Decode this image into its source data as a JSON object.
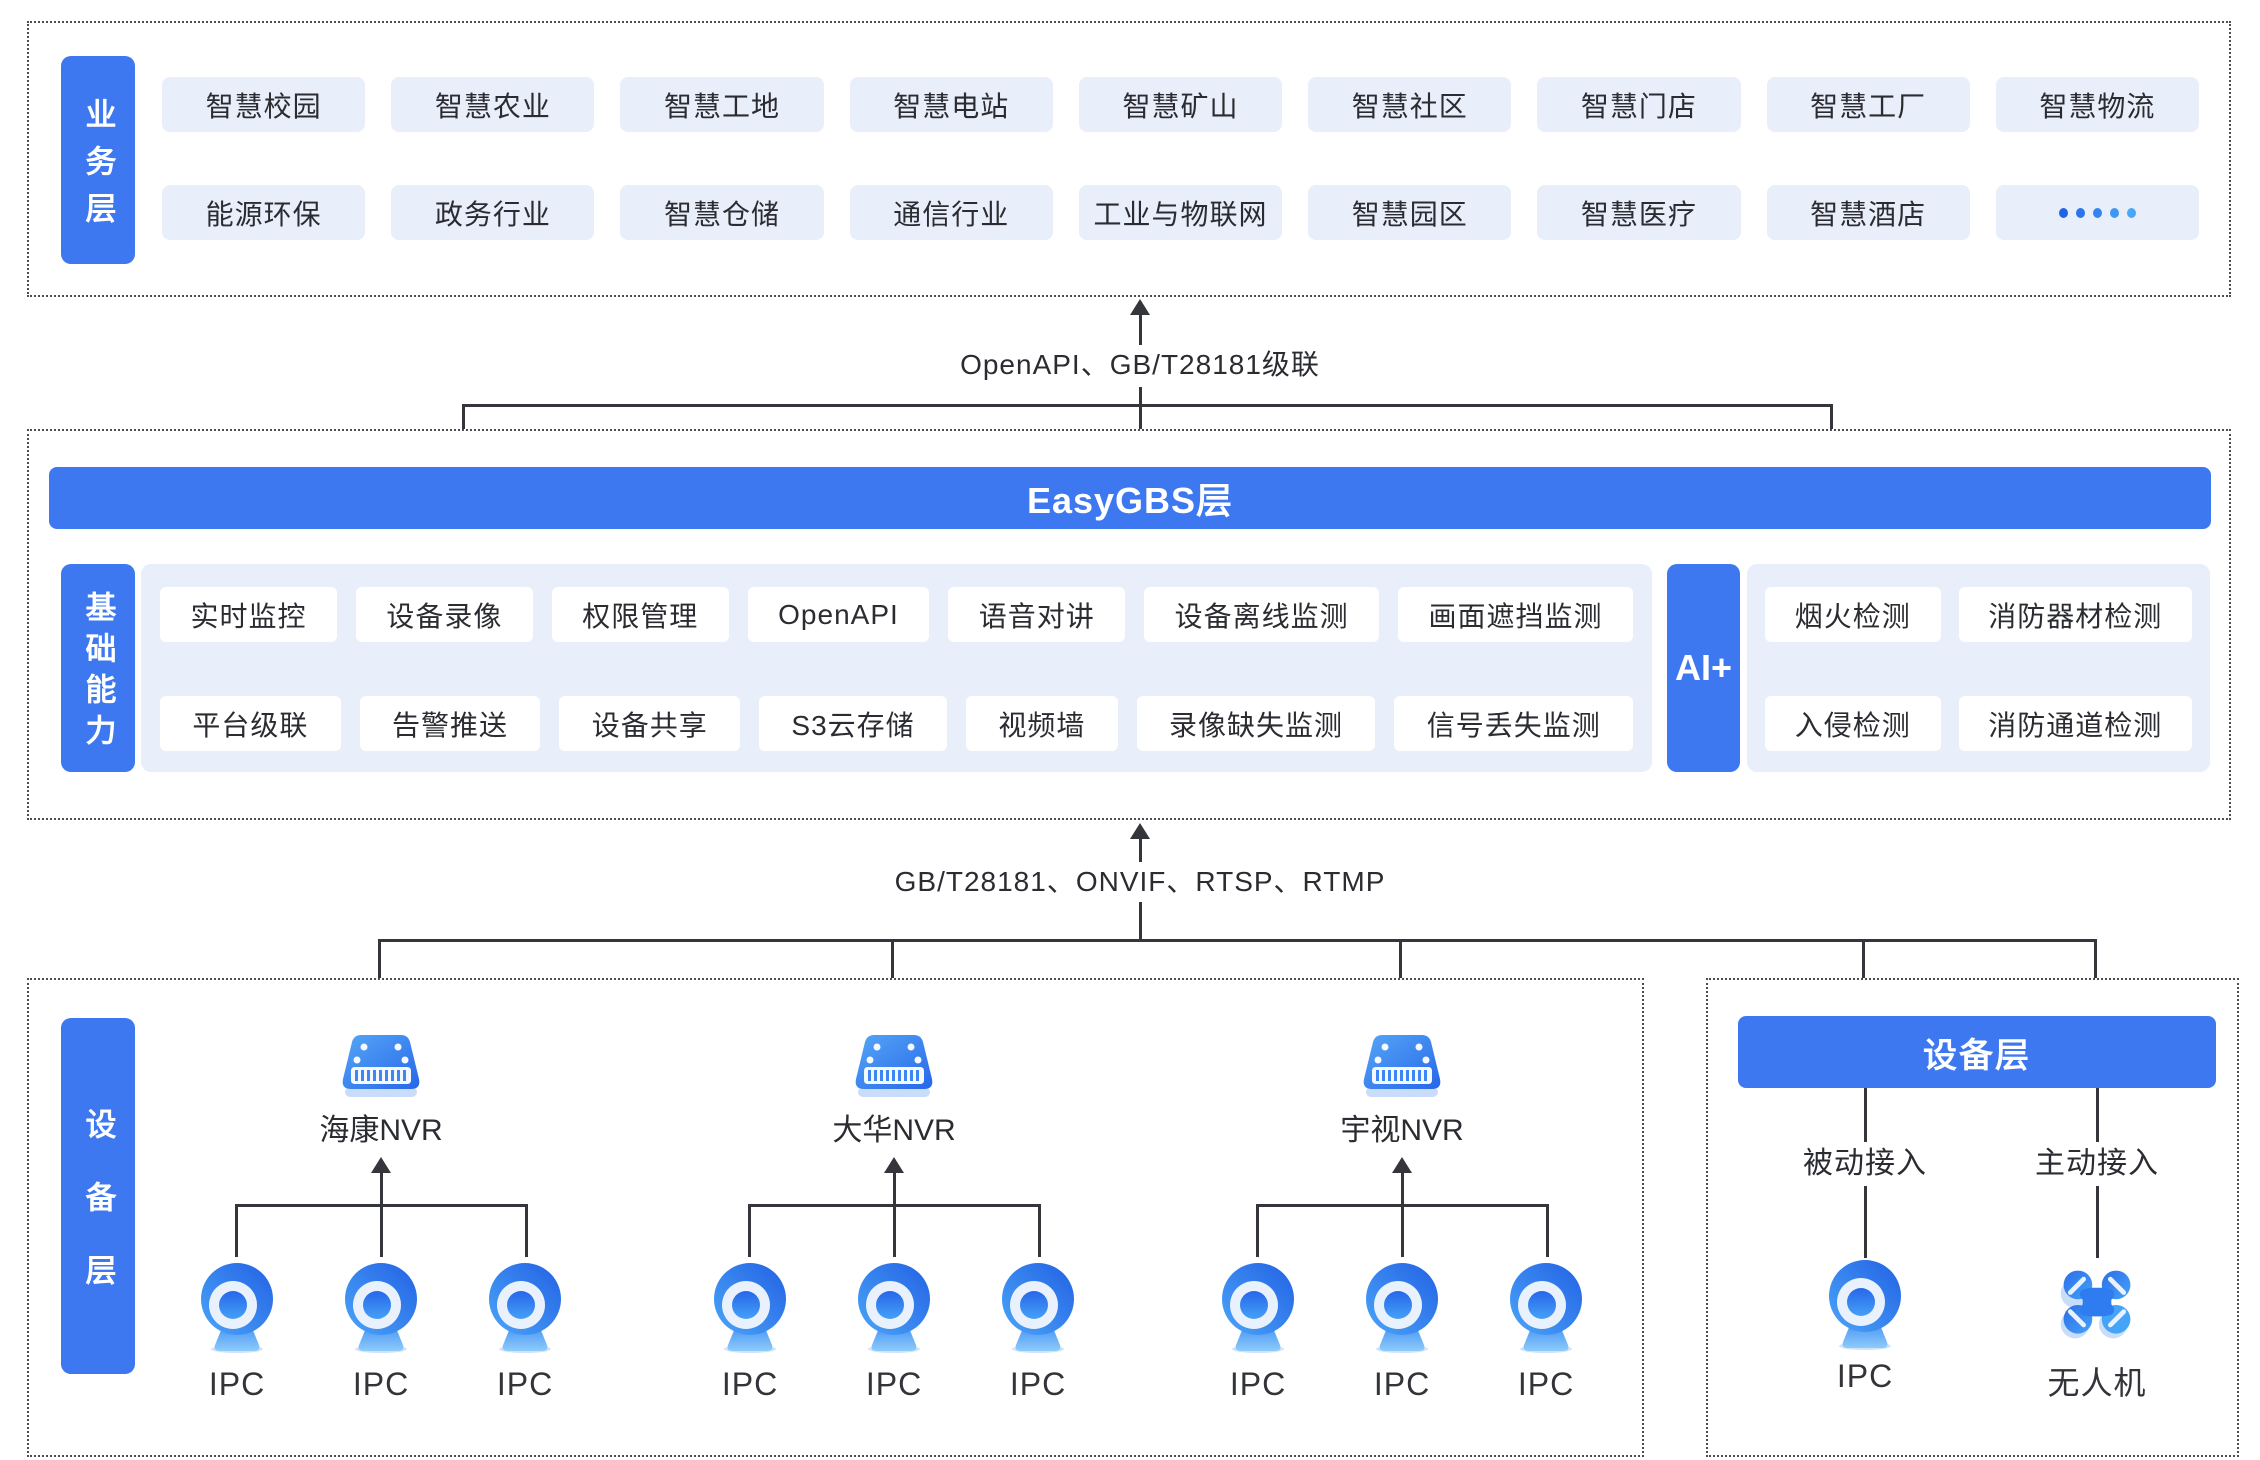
{
  "colors": {
    "primary_blue": "#3d78f0",
    "chip_bg": "#e9eefb",
    "text_dark": "#2b2c31",
    "line": "#34363c",
    "icon_blue_light": "#4aa5f8",
    "icon_blue_dark": "#2361e4"
  },
  "business_layer": {
    "label": "业务层",
    "industries_row1": [
      "智慧校园",
      "智慧农业",
      "智慧工地",
      "智慧电站",
      "智慧矿山",
      "智慧社区",
      "智慧门店",
      "智慧工厂",
      "智慧物流"
    ],
    "industries_row2": [
      "能源环保",
      "政务行业",
      "智慧仓储",
      "通信行业",
      "工业与物联网",
      "智慧园区",
      "智慧医疗",
      "智慧酒店"
    ],
    "more_icon": "five-dots"
  },
  "link_top": {
    "label": "OpenAPI、GB/T28181级联"
  },
  "platform_layer": {
    "banner": "EasyGBS层",
    "capability_label": "基础能力",
    "capabilities_row1": [
      "实时监控",
      "设备录像",
      "权限管理",
      "OpenAPI",
      "语音对讲",
      "设备离线监测",
      "画面遮挡监测"
    ],
    "capabilities_row2": [
      "平台级联",
      "告警推送",
      "设备共享",
      "S3云存储",
      "视频墙",
      "录像缺失监测",
      "信号丢失监测"
    ],
    "ai_label": "AI+",
    "ai_row1": [
      "烟火检测",
      "消防器材检测"
    ],
    "ai_row2": [
      "入侵检测",
      "消防通道检测"
    ]
  },
  "link_bottom": {
    "label": "GB/T28181、ONVIF、RTSP、RTMP"
  },
  "device_layer_left": {
    "label": "设备层",
    "nvr_groups": [
      {
        "name": "海康NVR",
        "cameras": [
          "IPC",
          "IPC",
          "IPC"
        ]
      },
      {
        "name": "大华NVR",
        "cameras": [
          "IPC",
          "IPC",
          "IPC"
        ]
      },
      {
        "name": "宇视NVR",
        "cameras": [
          "IPC",
          "IPC",
          "IPC"
        ]
      }
    ]
  },
  "device_layer_right": {
    "banner": "设备层",
    "columns": [
      {
        "mode": "被动接入",
        "device": "IPC",
        "icon": "ipc-camera-icon"
      },
      {
        "mode": "主动接入",
        "device": "无人机",
        "icon": "drone-icon"
      }
    ]
  }
}
